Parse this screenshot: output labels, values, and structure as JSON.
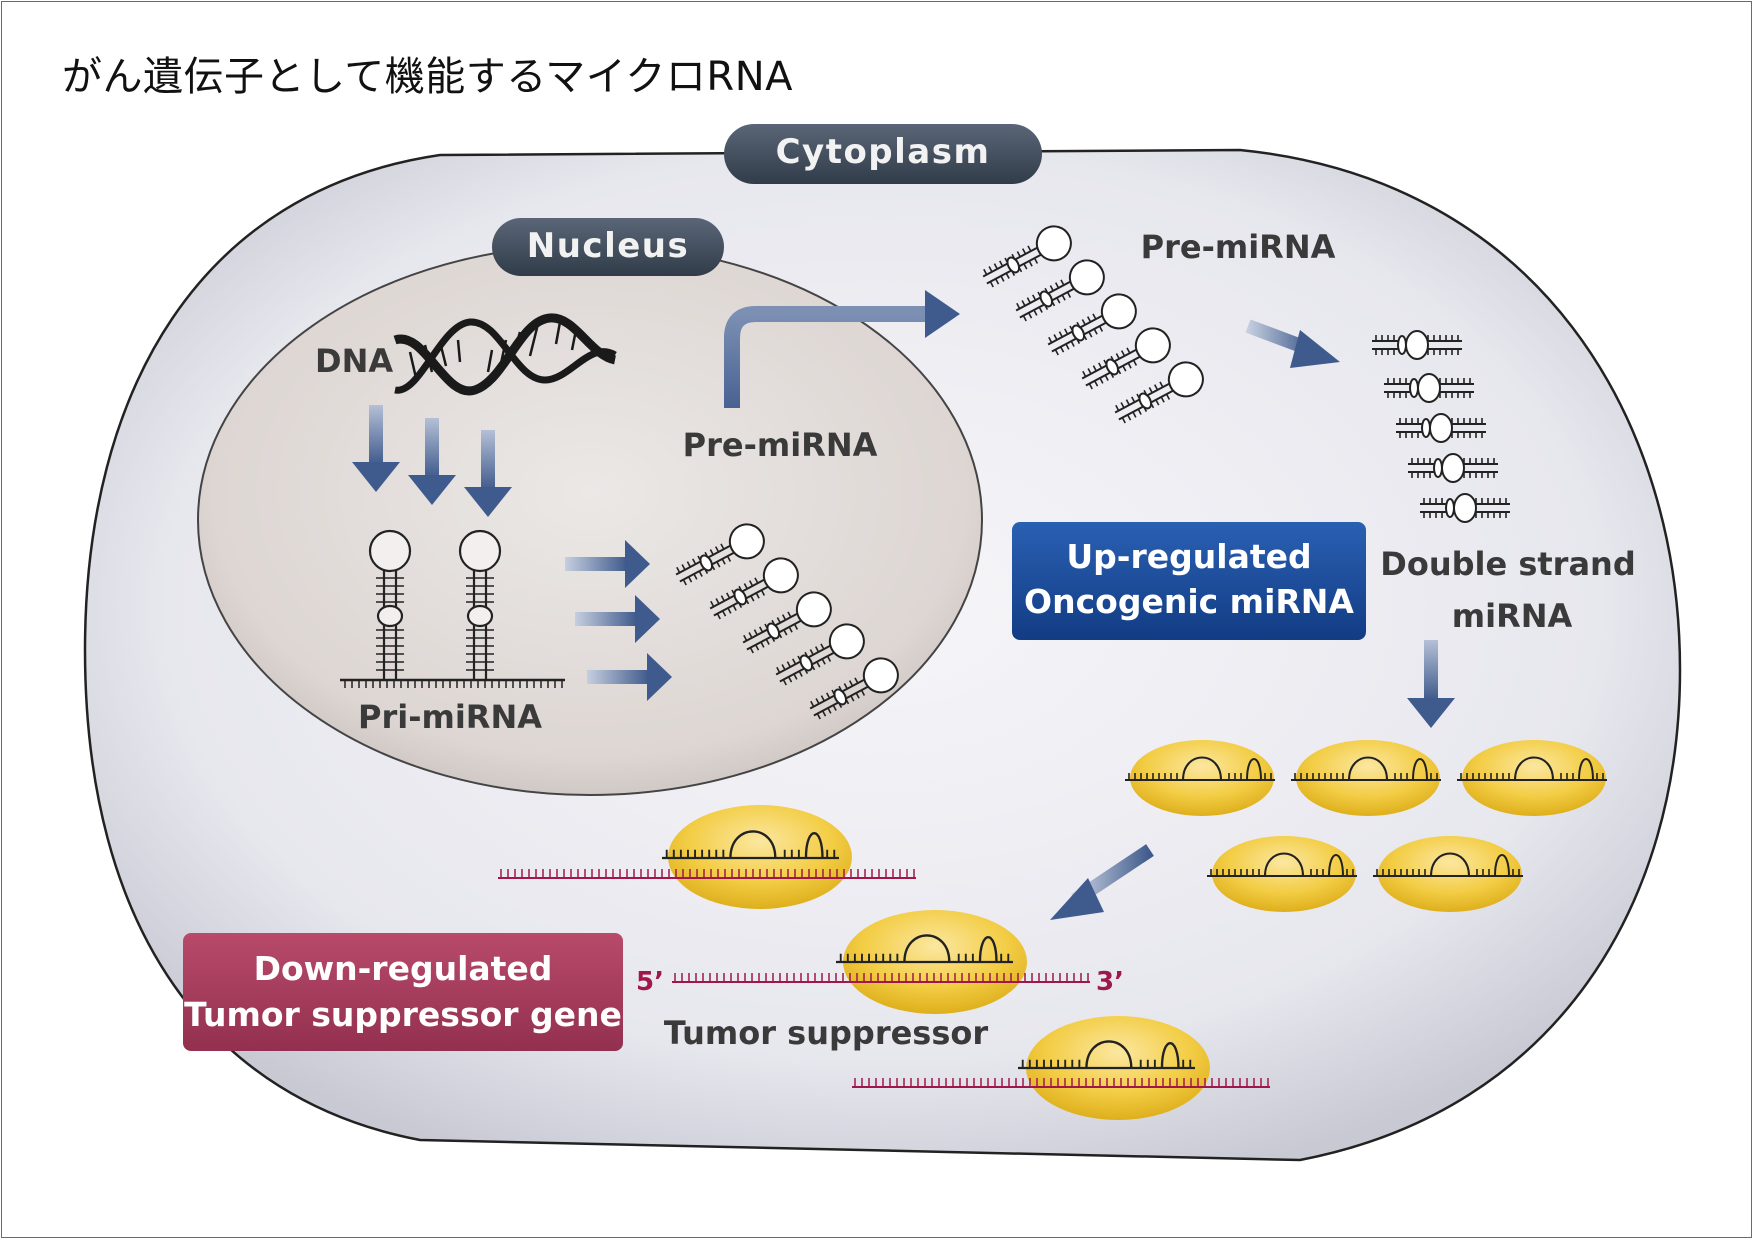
{
  "title": "がん遺伝子として機能するマイクロRNA",
  "labels": {
    "cytoplasm": "Cytoplasm",
    "nucleus": "Nucleus",
    "dna": "DNA",
    "pri_mirna": "Pri-miRNA",
    "pre_mirna_nucleus": "Pre-miRNA",
    "pre_mirna_cytoplasm": "Pre-miRNA",
    "double_strand_line1": "Double strand",
    "double_strand_line2": "miRNA",
    "upregulated_line1": "Up-regulated",
    "upregulated_line2": "Oncogenic miRNA",
    "downregulated_line1": "Down-regulated",
    "downregulated_line2": "Tumor suppressor gene",
    "tumor_suppressor": "Tumor suppressor",
    "five_prime": "5’",
    "three_prime": "3’"
  },
  "colors": {
    "cell_fill": "#ebebf1",
    "nucleus_fill": "#ddd7d5",
    "pill_dark": "#3e4a58",
    "arrow_blue": "#4a6390",
    "upregulated_box": "#1b4b9a",
    "downregulated_box": "#a8395a",
    "mrna_magenta": "#a0174a",
    "risc_yellow": "#f2cb3c"
  }
}
